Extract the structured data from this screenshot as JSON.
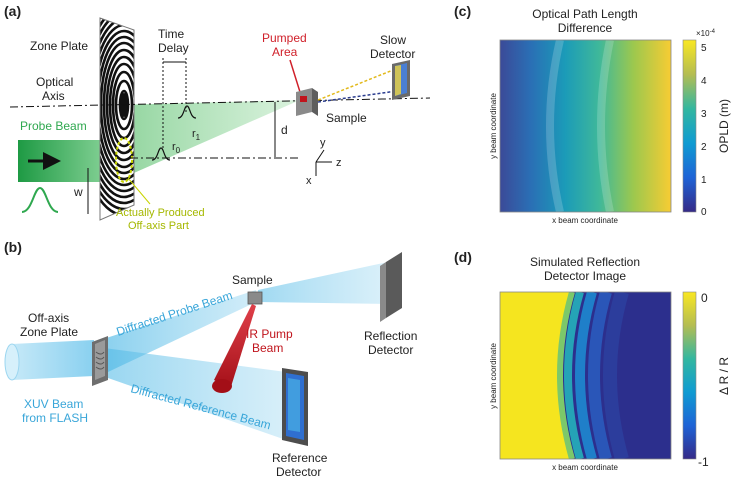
{
  "panels": {
    "a": {
      "tag": "(a)",
      "zone_plate": "Zone Plate",
      "time_delay_1": "Time",
      "time_delay_2": "Delay",
      "pumped_1": "Pumped",
      "pumped_2": "Area",
      "slow_det_1": "Slow",
      "slow_det_2": "Detector",
      "optical_1": "Optical",
      "optical_2": "Axis",
      "probe_beam": "Probe Beam",
      "r1": "r",
      "r1_sub": "1",
      "r0": "r",
      "r0_sub": "0",
      "d": "d",
      "sample": "Sample",
      "w": "w",
      "axis_y": "y",
      "axis_z": "z",
      "axis_x": "x",
      "offaxis_1": "Actually Produced",
      "offaxis_2": "Off-axis Part"
    },
    "b": {
      "tag": "(b)",
      "sample": "Sample",
      "offaxis_zp_1": "Off-axis",
      "offaxis_zp_2": "Zone Plate",
      "diff_probe": "Diffracted Probe Beam",
      "ir_pump_1": "IR Pump",
      "ir_pump_2": "Beam",
      "refl_det_1": "Reflection",
      "refl_det_2": "Detector",
      "xuv_1": "XUV Beam",
      "xuv_2": "from FLASH",
      "diff_ref": "Diffracted Reference Beam",
      "ref_det_1": "Reference",
      "ref_det_2": "Detector"
    },
    "c": {
      "tag": "(c)",
      "title_1": "Optical Path Length",
      "title_2": "Difference",
      "ylabel": "y beam coordinate",
      "xlabel": "x beam coordinate",
      "cbar_label": "OPLD (m)",
      "cbar_exp": "×10",
      "cbar_exp_power": "-4",
      "cbar_ticks": [
        "5",
        "4",
        "3",
        "2",
        "1",
        "0"
      ]
    },
    "d": {
      "tag": "(d)",
      "title_1": "Simulated Reflection",
      "title_2": "Detector Image",
      "ylabel": "y beam coordinate",
      "xlabel": "x beam coordinate",
      "cbar_label": "Δ R / R",
      "cbar_ticks": [
        "0",
        "-1"
      ]
    }
  },
  "colors": {
    "probe_green": "#2fa84f",
    "offaxis_yellow": "#c8d400",
    "pump_red": "#c0141c",
    "xuv_blue": "#4fb9e6",
    "label_blue": "#39a6d9",
    "viridis_dark": "#30125e",
    "viridis_yellow": "#f9e722"
  }
}
